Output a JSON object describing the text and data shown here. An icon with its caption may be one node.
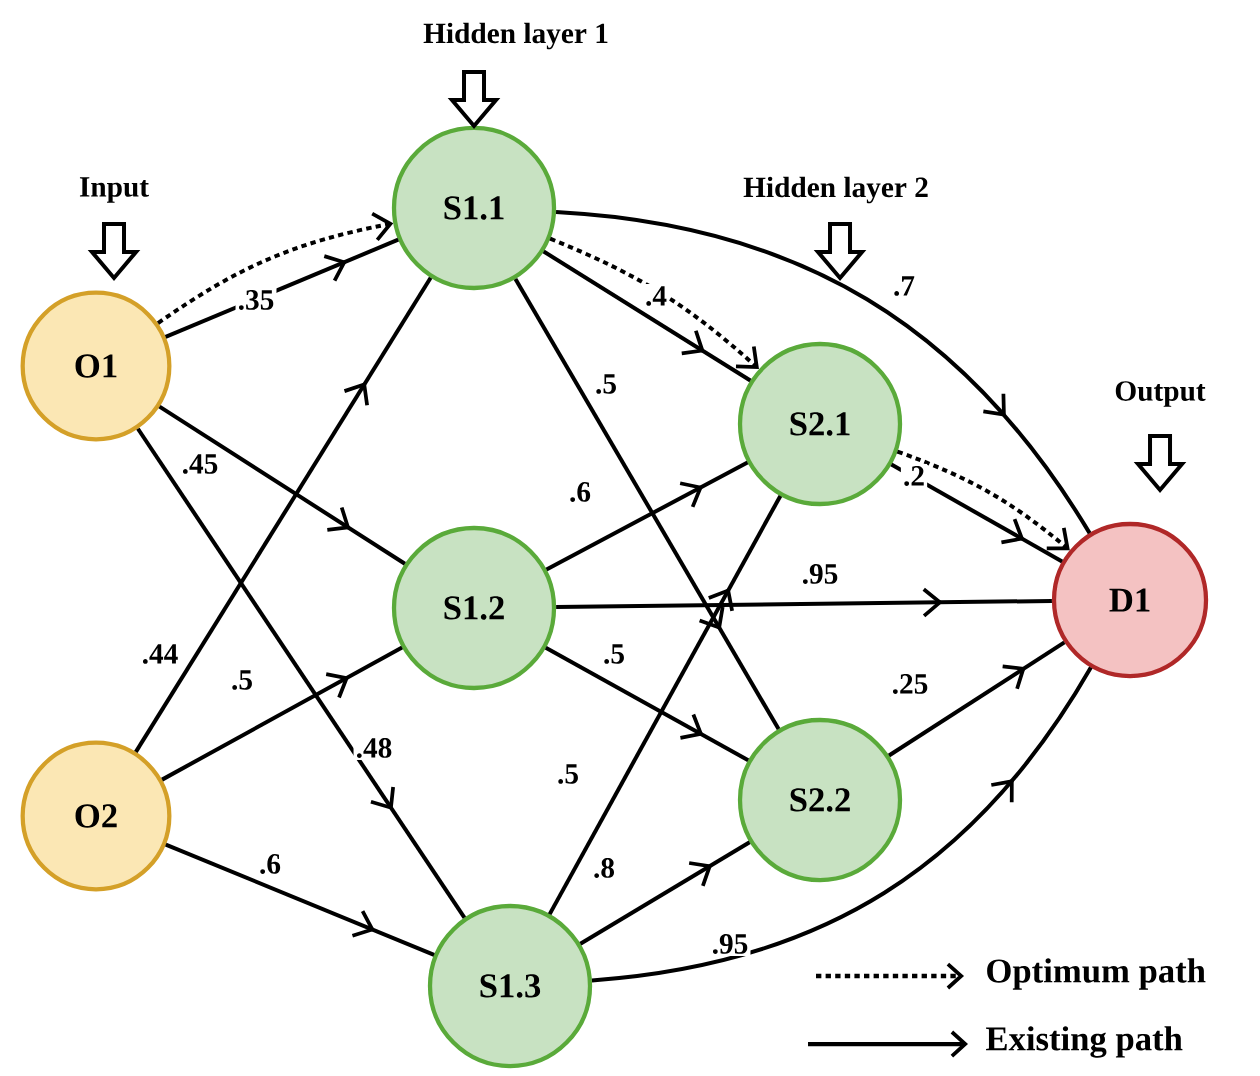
{
  "diagram": {
    "nodes": [
      {
        "text": [
          "O1"
        ]
      },
      {
        "text": [
          "O2"
        ]
      },
      {
        "text": [
          "S1.1"
        ]
      },
      {
        "text": [
          "S1.2"
        ]
      },
      {
        "text": [
          "S1.3"
        ]
      },
      {
        "text": [
          "S2.1"
        ]
      },
      {
        "text": [
          "S2.2"
        ]
      },
      {
        "text": [
          "D1"
        ]
      }
    ],
    "edges": [
      {
        "from": 0,
        "to": 2,
        "arrow": "to",
        "label": ".35"
      },
      {
        "from": 0,
        "to": 3,
        "arrow": "to",
        "label": ".45"
      },
      {
        "from": 0,
        "to": 4,
        "arrow": "to",
        "label": ".48"
      },
      {
        "from": 1,
        "to": 2,
        "arrow": "to",
        "label": ".44"
      },
      {
        "from": 1,
        "to": 3,
        "arrow": "to",
        "label": ".5"
      },
      {
        "from": 1,
        "to": 4,
        "arrow": "to",
        "label": ".6"
      },
      {
        "from": 2,
        "to": 5,
        "arrow": "to",
        "label": ".4"
      },
      {
        "from": 2,
        "to": 6,
        "arrow": "to",
        "label": ".5"
      },
      {
        "from": 2,
        "to": 7,
        "arrow": "to",
        "label": ".7"
      },
      {
        "from": 3,
        "to": 5,
        "arrow": "to",
        "label": ".6"
      },
      {
        "from": 3,
        "to": 7,
        "arrow": "to",
        "label": ".95"
      },
      {
        "from": 3,
        "to": 6,
        "arrow": "to",
        "label": ".5"
      },
      {
        "from": 4,
        "to": 5,
        "arrow": "to",
        "label": ".5"
      },
      {
        "from": 4,
        "to": 6,
        "arrow": "to",
        "label": ".8"
      },
      {
        "from": 4,
        "to": 7,
        "arrow": "to",
        "label": ".95"
      },
      {
        "from": 5,
        "to": 7,
        "arrow": "to",
        "label": ".2"
      },
      {
        "from": 6,
        "to": 7,
        "arrow": "to",
        "label": ".25"
      },
      {
        "from": 0,
        "to": 2,
        "arrow": "to",
        "style": "dashed"
      },
      {
        "from": 2,
        "to": 5,
        "arrow": "to",
        "style": "dashed"
      },
      {
        "from": 5,
        "to": 7,
        "arrow": "to",
        "style": "dashed"
      }
    ],
    "labels": [
      "Hidden layer 1",
      "Input",
      "Hidden layer 2",
      "Output"
    ],
    "legend": [
      {
        "text": "Optimum path"
      },
      {
        "text": "Existing path"
      }
    ]
  }
}
